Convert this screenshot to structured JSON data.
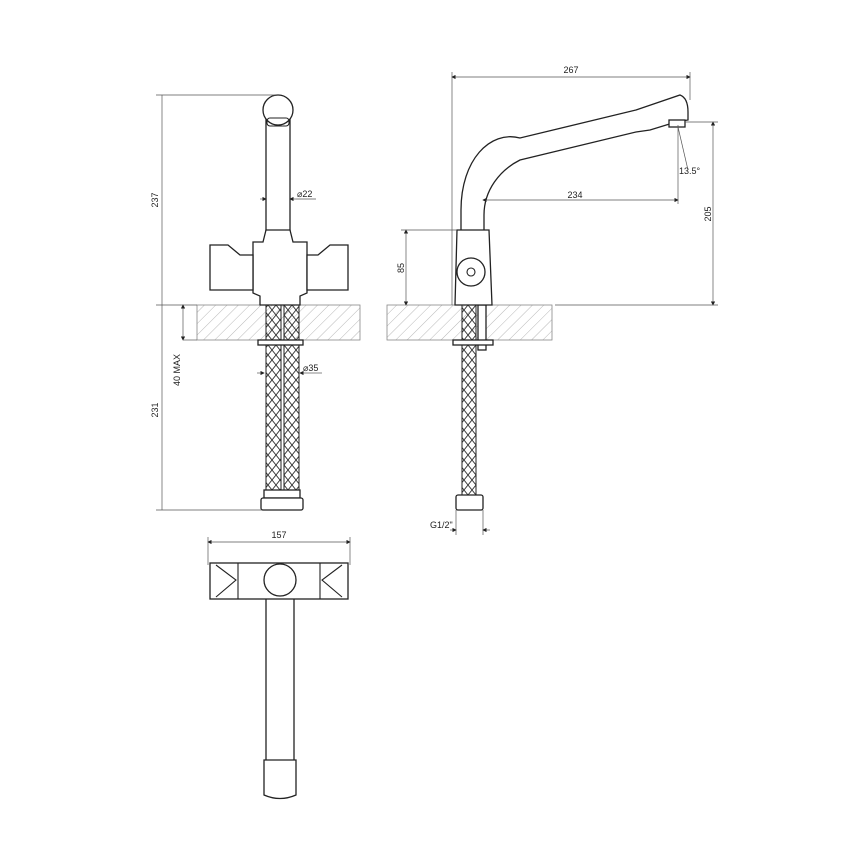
{
  "dimensions": {
    "front_total_height": "237",
    "front_below_counter": "231",
    "counter_thickness": "40 MAX",
    "spout_diameter": "⌀22",
    "hole_diameter": "⌀35",
    "side_total_reach": "267",
    "side_spout_reach": "234",
    "side_outlet_height": "205",
    "side_body_height": "85",
    "side_spout_angle": "13.5°",
    "side_connection": "G1/2\"",
    "top_width": "157"
  }
}
